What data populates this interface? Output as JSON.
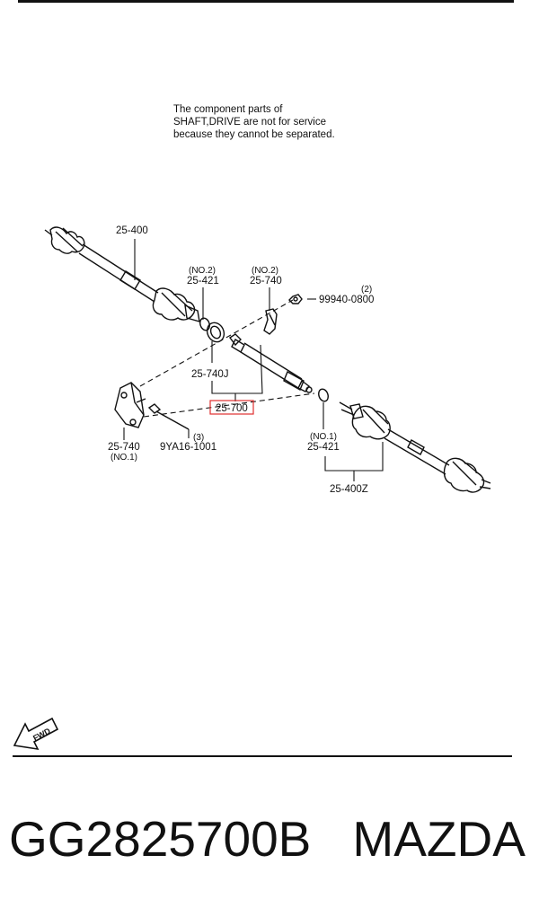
{
  "note": {
    "line1": "The component parts of",
    "line2": "SHAFT,DRIVE are not for service",
    "line3": "because they cannot be separated."
  },
  "labels": {
    "p25400": "25-400",
    "p25421_no2_tag": "(NO.2)",
    "p25421_no2": "25-421",
    "p25740_no2_tag": "(NO.2)",
    "p25740_no2": "25-740",
    "bolt_qty": "(2)",
    "bolt": "99940-0800",
    "p25740j": "25-740J",
    "p25700": "25-700",
    "p25740_no1": "25-740",
    "p25740_no1_tag": "(NO.1)",
    "screw_qty": "(3)",
    "screw": "9YA16-1001",
    "p25421_no1_tag": "(NO.1)",
    "p25421_no1": "25-421",
    "p25400z": "25-400Z",
    "fwd": "FWD"
  },
  "highlight_color": "#e03030",
  "caption": {
    "part_number": "GG2825700B",
    "brand": "MAZDA"
  }
}
